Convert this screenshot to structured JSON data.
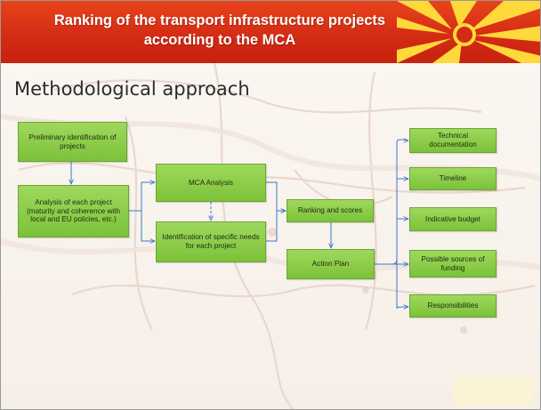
{
  "header": {
    "title": "Ranking of the transport infrastructure projects according to the MCA"
  },
  "subtitle": "Methodological approach",
  "diagram": {
    "nodes": {
      "preliminary": "Preliminary identification of projects",
      "analysis": "Analysis of each project (maturity and coherence with local and EU policies, etc.)",
      "mca": "MCA Analysis",
      "needs": "Identification of specific needs for each project",
      "ranking": "Ranking and scores",
      "action_plan": "Action Plan",
      "technical": "Technical documentation",
      "timeline": "Timeline",
      "budget": "Indicative budget",
      "funding": "Possible sources of funding",
      "responsibilities": "Responsibilities"
    },
    "edges": [
      [
        "preliminary",
        "analysis"
      ],
      [
        "analysis",
        "mca"
      ],
      [
        "analysis",
        "needs"
      ],
      [
        "mca",
        "needs"
      ],
      [
        "mca",
        "ranking"
      ],
      [
        "needs",
        "ranking"
      ],
      [
        "ranking",
        "action_plan"
      ],
      [
        "action_plan",
        "technical"
      ],
      [
        "action_plan",
        "timeline"
      ],
      [
        "action_plan",
        "budget"
      ],
      [
        "action_plan",
        "funding"
      ],
      [
        "action_plan",
        "responsibilities"
      ]
    ]
  },
  "colors": {
    "header_red": "#d32a14",
    "node_green": "#8ccb45",
    "connector_blue": "#3a78c9"
  }
}
